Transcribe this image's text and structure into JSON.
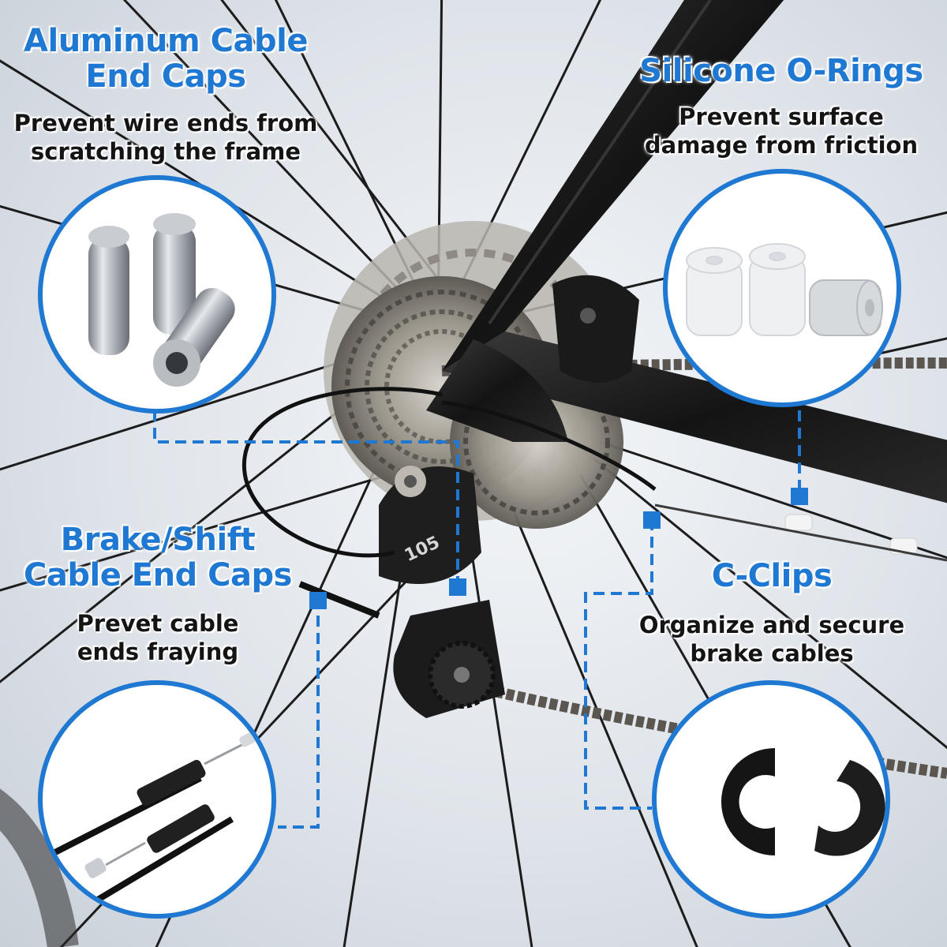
{
  "colors": {
    "accent": "#1f78d1",
    "text": "#141414",
    "frame": "#1b1b1b"
  },
  "callouts": {
    "aluminum": {
      "title_line1": "Aluminum Cable",
      "title_line2": "End Caps",
      "desc_line1": "Prevent wire ends from",
      "desc_line2": "scratching the frame"
    },
    "silicone": {
      "title_line1": "Silicone O-Rings",
      "desc_line1": "Prevent surface",
      "desc_line2": "damage from friction"
    },
    "brake": {
      "title_line1": "Brake/Shift",
      "title_line2": "Cable End Caps",
      "desc_line1": "Prevet cable",
      "desc_line2": "ends fraying"
    },
    "cclips": {
      "title_line1": "C-Clips",
      "desc_line1": "Organize and secure",
      "desc_line2": "brake cables"
    }
  },
  "derailleur_text": "105"
}
